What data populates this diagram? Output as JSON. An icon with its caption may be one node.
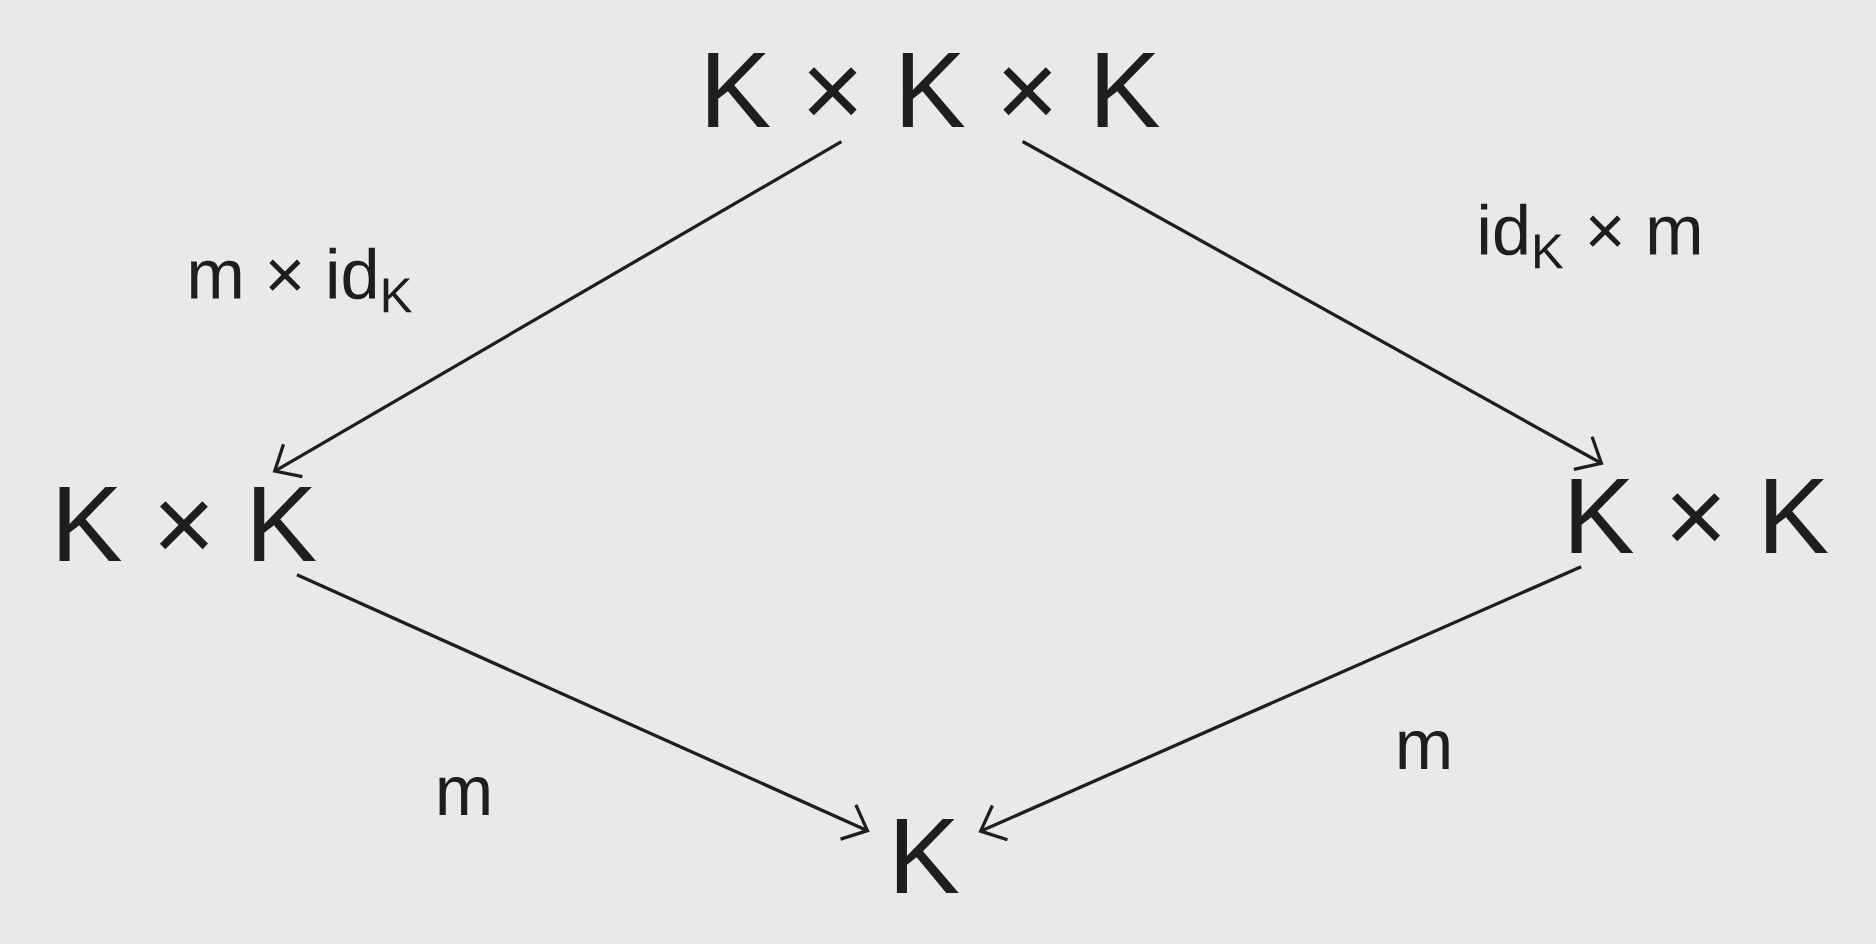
{
  "diagram": {
    "nodes": [
      {
        "text": [
          "K × K × K"
        ]
      },
      {
        "text": [
          "K × K"
        ]
      },
      {
        "text": [
          "K × K"
        ]
      },
      {
        "text": [
          "K"
        ]
      }
    ],
    "edges": [
      {
        "from": 0,
        "to": 1,
        "arrow": "to",
        "label": "m × id$_{K}$"
      },
      {
        "from": 0,
        "to": 2,
        "arrow": "to",
        "label": "id$_{K}$ × m"
      },
      {
        "from": 1,
        "to": 3,
        "arrow": "to",
        "label": "m"
      },
      {
        "from": 2,
        "to": 3,
        "arrow": "to",
        "label": "m"
      }
    ]
  }
}
